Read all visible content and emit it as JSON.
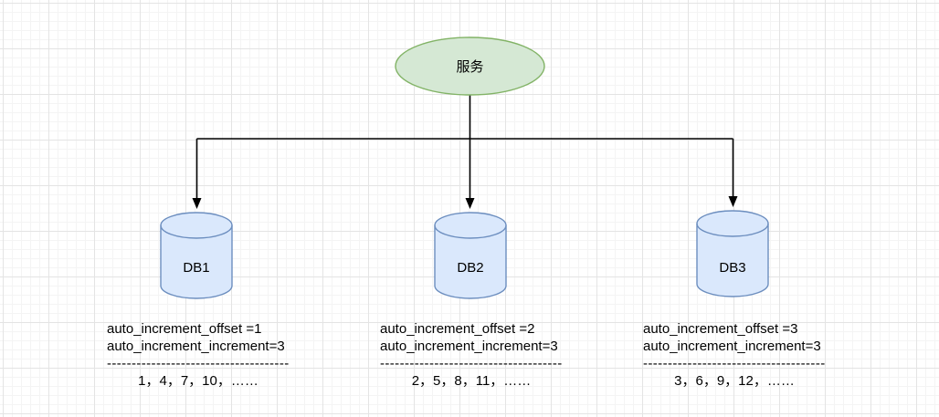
{
  "diagram": {
    "service_node": {
      "label": "服务"
    },
    "db_nodes": [
      {
        "label": "DB1",
        "config_lines": [
          "auto_increment_offset =1",
          "auto_increment_increment=3"
        ],
        "divider": "--------------------------------------",
        "sequence": "1，4，7，10，……"
      },
      {
        "label": "DB2",
        "config_lines": [
          "auto_increment_offset =2",
          "auto_increment_increment=3"
        ],
        "divider": "--------------------------------------",
        "sequence": "2，5，8，11，……"
      },
      {
        "label": "DB3",
        "config_lines": [
          "auto_increment_offset =3",
          "auto_increment_increment=3"
        ],
        "divider": "--------------------------------------",
        "sequence": "3，6，9，12，……"
      }
    ],
    "colors": {
      "service_fill": "#d5e8d4",
      "service_stroke": "#82b366",
      "db_fill": "#dae8fc",
      "db_stroke": "#6c8ebf",
      "connector": "#000000",
      "text": "#000000"
    }
  }
}
